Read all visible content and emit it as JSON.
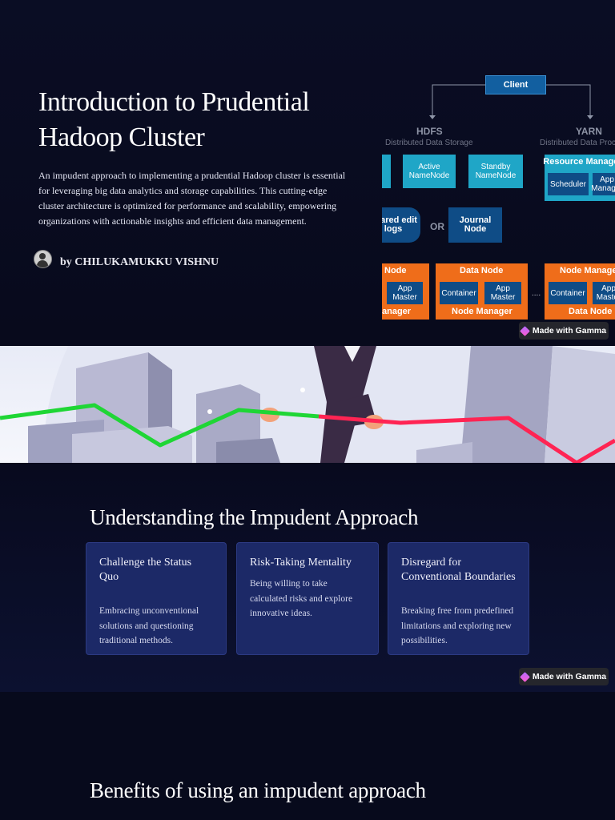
{
  "slide1": {
    "title": "Introduction to Prudential Hadoop Cluster",
    "description": "An impudent approach to implementing a prudential Hadoop cluster is essential for leveraging big data analytics and storage capabilities. This cutting-edge cluster architecture is optimized for performance and scalability, empowering organizations with actionable insights and efficient data management.",
    "author": "by CHILUKAMUKKU VISHNU",
    "diagram": {
      "client": "Client",
      "hdfs": "HDFS",
      "hdfs_sub": "Distributed Data Storage",
      "yarn": "YARN",
      "yarn_sub": "Distributed Data Processing",
      "active_namenode": "Active NameNode",
      "standby_namenode": "Standby NameNode",
      "resource_manager": "Resource Manager",
      "scheduler": "Scheduler",
      "app_manager": "App Manager",
      "shared_edit_logs": "Shared edit logs",
      "or": "OR",
      "journal_node": "Journal Node",
      "data_node": "Data Node",
      "node_manager": "Node Manager",
      "container": "Container",
      "app_master": "App Master",
      "ellipsis": "....",
      "node_left": "Node",
      "manager_left": "anager"
    },
    "badge": "Made with Gamma"
  },
  "slide2": {
    "heading": "Understanding the Impudent Approach",
    "cards": [
      {
        "title": "Challenge the Status Quo",
        "text": "Embracing unconventional solutions and questioning traditional methods."
      },
      {
        "title": "Risk-Taking Mentality",
        "text": "Being willing to take calculated risks and explore innovative ideas."
      },
      {
        "title": "Disregard for Conventional Boundaries",
        "text": "Breaking free from predefined limitations and exploring new possibilities."
      }
    ],
    "badge": "Made with Gamma"
  },
  "slide3": {
    "heading": "Benefits of using an impudent approach"
  },
  "colors": {
    "background": "#080b1f",
    "card": "#1c2967",
    "hdfs_box": "#1fa6c7",
    "yarn_box": "#ef6d1a",
    "line_green": "#1fd635",
    "line_red": "#ff2453"
  }
}
